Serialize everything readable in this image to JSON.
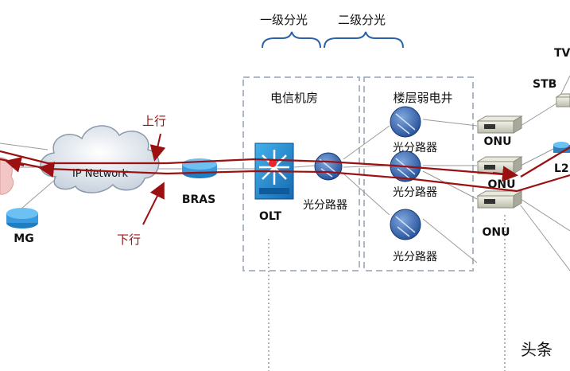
{
  "brackets": {
    "level1": "一级分光",
    "level2": "二级分光"
  },
  "rooms": {
    "telecom": "电信机房",
    "shaft": "楼层弱电井"
  },
  "directions": {
    "up": "上行",
    "down": "下行"
  },
  "nodes": {
    "ip_network": "IP Network",
    "bras": "BRAS",
    "mg": "MG",
    "olt": "OLT",
    "splitter_label": "光分路器",
    "onu": "ONU",
    "stb": "STB",
    "tv": "TV",
    "l2": "L2"
  },
  "watermark": "头条",
  "colors": {
    "signal": "#9b1010",
    "device_blue": "#2e8fd0",
    "splitter_blue": "#2f5fa8",
    "dashed_box": "#aeb8c4"
  }
}
